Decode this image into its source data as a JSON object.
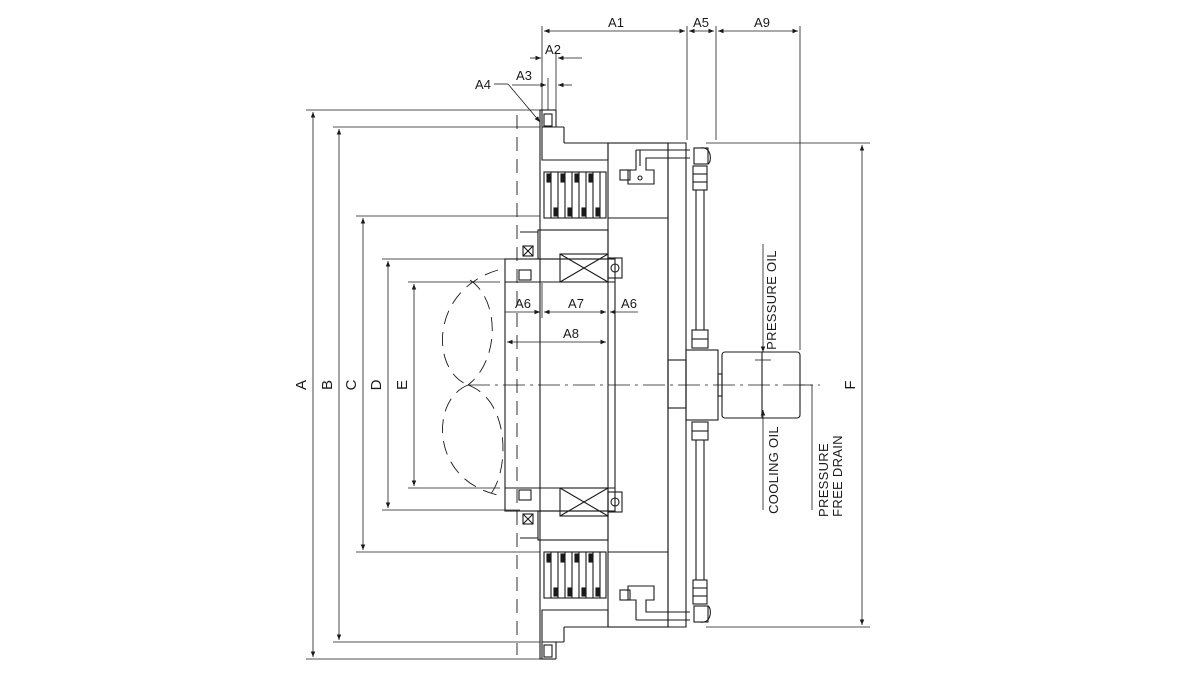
{
  "dimensions": {
    "A": "A",
    "B": "B",
    "C": "C",
    "D": "D",
    "E": "E",
    "F": "F",
    "A1": "A1",
    "A2": "A2",
    "A3": "A3",
    "A4": "A4",
    "A5": "A5",
    "A6_left": "A6",
    "A6_right": "A6",
    "A7": "A7",
    "A8": "A8",
    "A9": "A9"
  },
  "ports": {
    "pressure_oil": "PRESSURE OIL",
    "cooling_oil": "COOLING OIL",
    "pressure_free_drain_line1": "PRESSURE",
    "pressure_free_drain_line2": "FREE DRAIN"
  },
  "colors": {
    "line": "#1a1a1a",
    "background": "#ffffff"
  }
}
